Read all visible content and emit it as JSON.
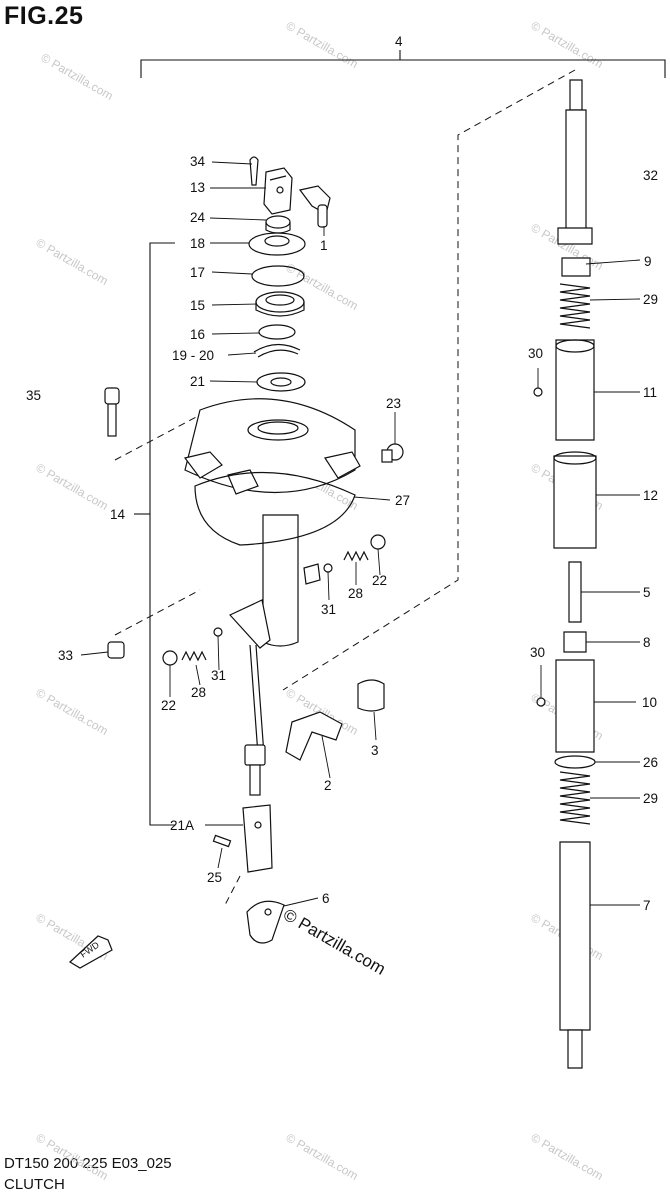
{
  "figure": {
    "title": "FIG.25",
    "model_code": "DT150 200 225 E03_025",
    "section_name": "CLUTCH"
  },
  "watermark": {
    "text": "© Partzilla.com"
  },
  "callouts": [
    {
      "id": "c4",
      "label": "4"
    },
    {
      "id": "c32",
      "label": "32"
    },
    {
      "id": "c34",
      "label": "34"
    },
    {
      "id": "c13",
      "label": "13"
    },
    {
      "id": "c1",
      "label": "1"
    },
    {
      "id": "c24",
      "label": "24"
    },
    {
      "id": "c18",
      "label": "18"
    },
    {
      "id": "c9",
      "label": "9"
    },
    {
      "id": "c17",
      "label": "17"
    },
    {
      "id": "c15",
      "label": "15"
    },
    {
      "id": "c29a",
      "label": "29"
    },
    {
      "id": "c16",
      "label": "16"
    },
    {
      "id": "c1920",
      "label": "19 - 20"
    },
    {
      "id": "c30a",
      "label": "30"
    },
    {
      "id": "c21",
      "label": "21"
    },
    {
      "id": "c11",
      "label": "11"
    },
    {
      "id": "c35",
      "label": "35"
    },
    {
      "id": "c23",
      "label": "23"
    },
    {
      "id": "c12",
      "label": "12"
    },
    {
      "id": "c27",
      "label": "27"
    },
    {
      "id": "c14",
      "label": "14"
    },
    {
      "id": "c22a",
      "label": "22"
    },
    {
      "id": "c28a",
      "label": "28"
    },
    {
      "id": "c31a",
      "label": "31"
    },
    {
      "id": "c5",
      "label": "5"
    },
    {
      "id": "c8",
      "label": "8"
    },
    {
      "id": "c33",
      "label": "33"
    },
    {
      "id": "c30b",
      "label": "30"
    },
    {
      "id": "c31b",
      "label": "31"
    },
    {
      "id": "c28b",
      "label": "28"
    },
    {
      "id": "c22b",
      "label": "22"
    },
    {
      "id": "c10",
      "label": "10"
    },
    {
      "id": "c3",
      "label": "3"
    },
    {
      "id": "c26",
      "label": "26"
    },
    {
      "id": "c2",
      "label": "2"
    },
    {
      "id": "c29b",
      "label": "29"
    },
    {
      "id": "c21A",
      "label": "21A"
    },
    {
      "id": "c7",
      "label": "7"
    },
    {
      "id": "c25",
      "label": "25"
    },
    {
      "id": "c6",
      "label": "6"
    }
  ],
  "fwd_arrow": {
    "label": "FWD"
  }
}
